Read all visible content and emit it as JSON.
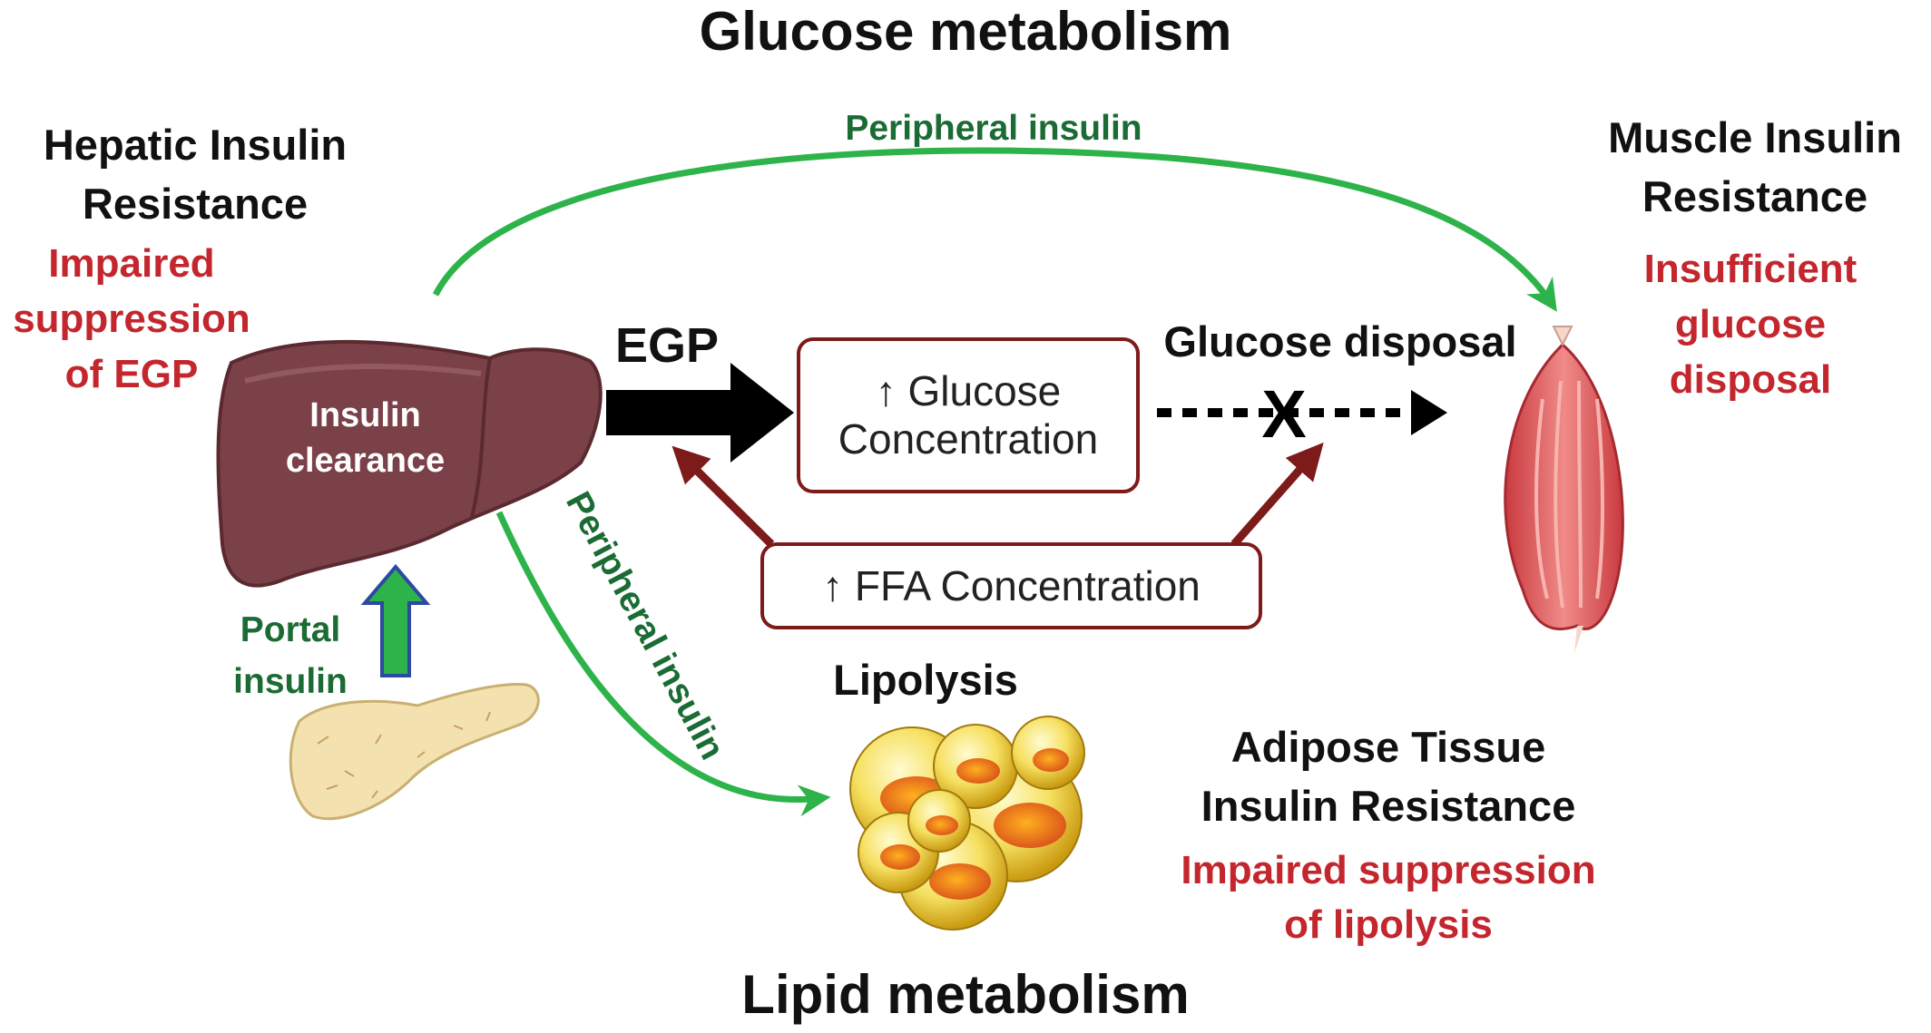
{
  "titles": {
    "top": "Glucose metabolism",
    "bottom": "Lipid metabolism"
  },
  "liver": {
    "heading_line1": "Hepatic Insulin",
    "heading_line2": "Resistance",
    "effect_line1": "Impaired",
    "effect_line2": "suppression",
    "effect_line3": "of EGP",
    "inner_line1": "Insulin",
    "inner_line2": "clearance",
    "color": "#7b4148"
  },
  "muscle": {
    "heading_line1": "Muscle Insulin",
    "heading_line2": "Resistance",
    "effect_line1": "Insufficient",
    "effect_line2": "glucose",
    "effect_line3": "disposal",
    "color": "#e0555a"
  },
  "adipose": {
    "heading_line1": "Adipose Tissue",
    "heading_line2": "Insulin Resistance",
    "effect_line1": "Impaired suppression",
    "effect_line2": "of lipolysis",
    "process_label": "Lipolysis",
    "color": "#f2d44a"
  },
  "pancreas": {
    "portal_line1": "Portal",
    "portal_line2": "insulin",
    "color": "#f3e2b0"
  },
  "flows": {
    "peripheral_top": "Peripheral insulin",
    "peripheral_diag": "Peripheral insulin",
    "egp": "EGP",
    "glucose_disposal": "Glucose disposal",
    "block_mark": "X"
  },
  "boxes": {
    "glucose_line1": "↑ Glucose",
    "glucose_line2": "Concentration",
    "ffa": "↑ FFA Concentration"
  },
  "colors": {
    "green_arrow": "#2db34a",
    "dark_red": "#7d1a1a",
    "red_text": "#c4262e",
    "green_text": "#1a6b34",
    "portal_arrow_border": "#2c4aa0"
  }
}
